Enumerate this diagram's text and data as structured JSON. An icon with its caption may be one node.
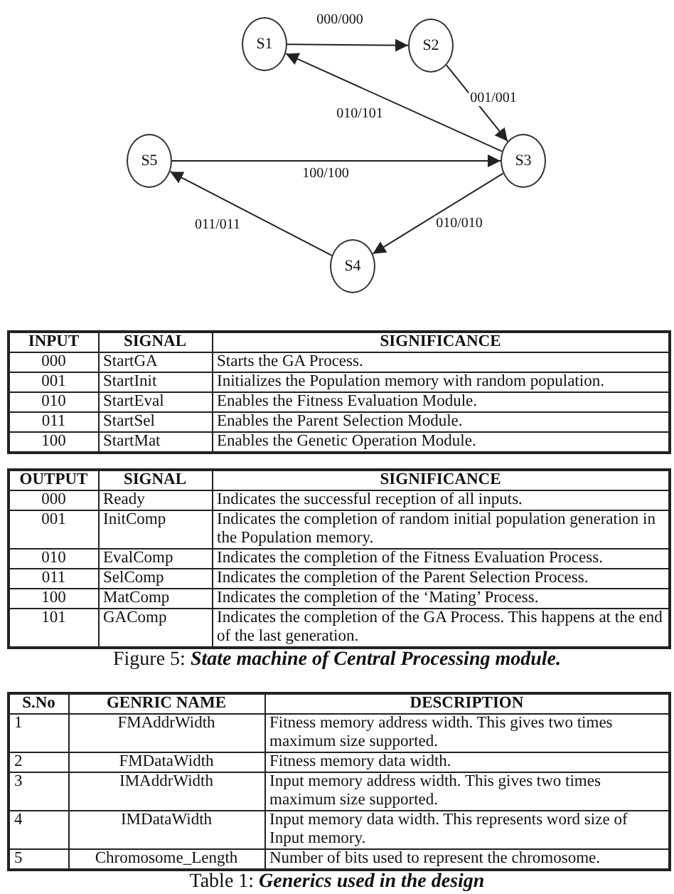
{
  "diagram": {
    "caption": "Figure 5: **State machine of Central Processing module.**",
    "nodes": [
      {
        "text": [
          "S1"
        ]
      },
      {
        "text": [
          "S2"
        ]
      },
      {
        "text": [
          "S3"
        ]
      },
      {
        "text": [
          "S5"
        ]
      },
      {
        "text": [
          "S4"
        ]
      }
    ],
    "edges": [
      {
        "from": 0,
        "to": 1,
        "arrow": "to",
        "label": "000/000"
      },
      {
        "from": 1,
        "to": 2,
        "arrow": "to",
        "label": "001/001"
      },
      {
        "from": 2,
        "to": 0,
        "arrow": "to",
        "label": "010/101"
      },
      {
        "from": 3,
        "to": 2,
        "arrow": "to",
        "label": "100/100"
      },
      {
        "from": 4,
        "to": 3,
        "arrow": "to",
        "label": "011/011"
      },
      {
        "from": 2,
        "to": 4,
        "arrow": "to",
        "label": "010/010"
      }
    ],
    "labels": [
      "INPUT",
      "SIGNAL",
      "SIGNIFICANCE",
      "000",
      "StartGA",
      "Starts the GA Process.",
      "001",
      "StartInit",
      "Initializes the Population memory with random population.",
      "010",
      "StartEval",
      "Enables the Fitness Evaluation Module.",
      "011",
      "StartSel",
      "Enables the Parent Selection Module.",
      "100",
      "StartMat",
      "Enables the Genetic Operation Module.",
      "OUTPUT",
      "SIGNAL",
      "SIGNIFICANCE",
      "000",
      "Ready",
      "Indicates the successful reception of all inputs.",
      "001",
      "InitComp",
      "Indicates the completion of random initial population generation in the Population memory.",
      "010",
      "EvalComp",
      "Indicates the completion of the Fitness Evaluation Process.",
      "011",
      "SelComp",
      "Indicates the completion of the Parent Selection Process.",
      "100",
      "MatComp",
      "Indicates the completion of the ‘Mating’ Process.",
      "101",
      "GAComp",
      "Indicates the completion of the GA Process. This happens at the end of the last generation.",
      "S.No",
      "GENRIC NAME",
      "DESCRIPTION",
      "1",
      "FMAddrWidth",
      "Fitness memory address width. This gives two times maximum size supported.",
      "2",
      "FMDataWidth",
      "Fitness memory data width.",
      "3",
      "IMAddrWidth",
      "Input memory address width. This gives two times maximum size supported.",
      "4",
      "IMDataWidth",
      "Input memory data width. This represents word size of Input memory.",
      "5",
      "Chromosome_Length",
      "Number of bits used to represent the chromosome.",
      "Table 1: **Generics used in the design**"
    ]
  }
}
